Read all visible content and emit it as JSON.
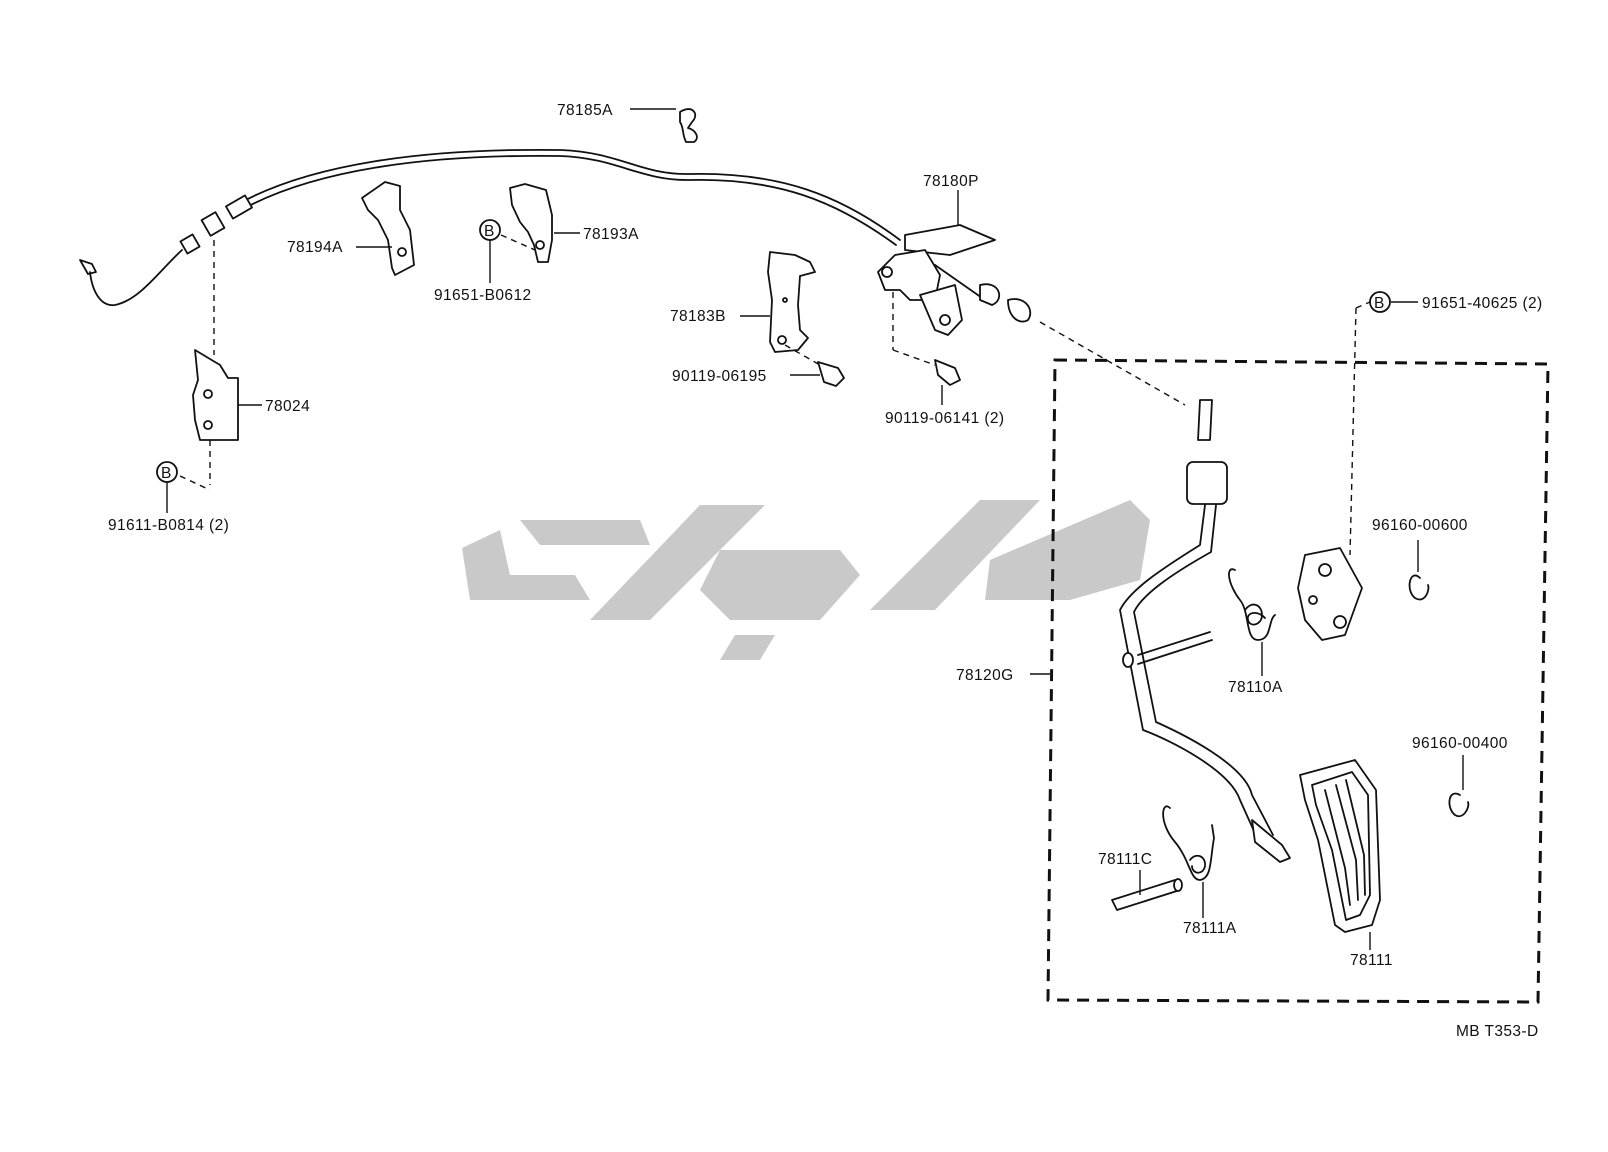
{
  "diagram": {
    "code": "MB T353-D",
    "callout_letter": "B",
    "labels": {
      "p78185A": "78185A",
      "p78180P": "78180P",
      "p78194A": "78194A",
      "p78193A": "78193A",
      "p91651_B0612": "91651-B0612",
      "p78183B": "78183B",
      "p90119_06195": "90119-06195",
      "p90119_06141": "90119-06141 (2)",
      "p78024": "78024",
      "p91611_B0814": "91611-B0814 (2)",
      "p91651_40625": "91651-40625 (2)",
      "p96160_00600": "96160-00600",
      "p78120G": "78120G",
      "p78110A": "78110A",
      "p96160_00400": "96160-00400",
      "p78111C": "78111C",
      "p78111A": "78111A",
      "p78111": "78111"
    }
  }
}
